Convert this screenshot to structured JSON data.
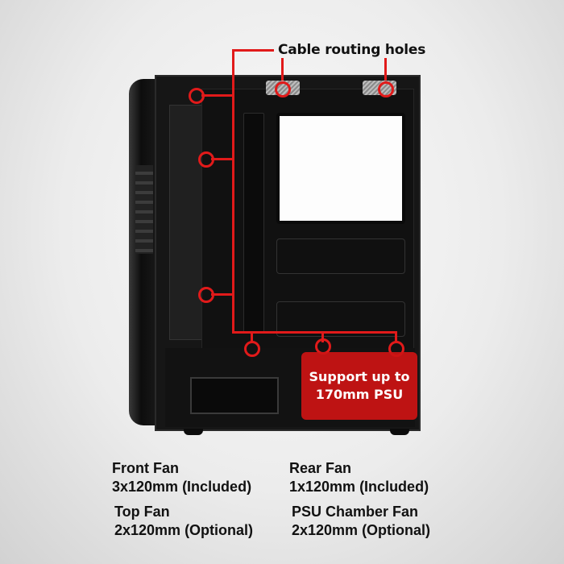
{
  "callout": {
    "label": "Cable routing holes"
  },
  "psu_badge": {
    "line1": "Support up to",
    "line2": "170mm PSU"
  },
  "accent_color": "#e11a1a",
  "specs": [
    {
      "title": "Front Fan",
      "value": "3x120mm (Included)"
    },
    {
      "title": "Rear Fan",
      "value": "1x120mm (Included)"
    },
    {
      "title": "Top Fan",
      "value": "2x120mm (Optional)"
    },
    {
      "title": "PSU Chamber Fan",
      "value": "2x120mm (Optional)"
    }
  ]
}
